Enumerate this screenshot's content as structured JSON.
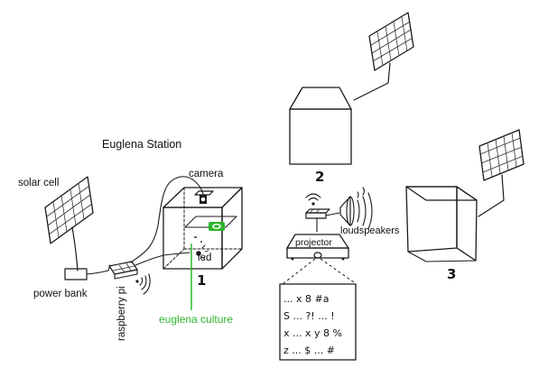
{
  "diagram": {
    "title": "Euglena Station",
    "labels": {
      "solar_cell": "solar cell",
      "camera": "camera",
      "led": "led",
      "power_bank": "power bank",
      "raspberry_pi": "raspberry pi",
      "euglena_culture": "euglena culture",
      "projector": "projector",
      "loudspeakers": "loudspeakers"
    },
    "station_numbers": {
      "one": "1",
      "two": "2",
      "three": "3"
    },
    "screen_text": {
      "line1": "... x 8 #a",
      "line2": "S ... ?! ... !",
      "line3": "x ... x y 8 %",
      "line4": "z ... $ ... #"
    },
    "colors": {
      "ink": "#1a1a1a",
      "accent": "#2db52d",
      "background": "#ffffff"
    }
  }
}
